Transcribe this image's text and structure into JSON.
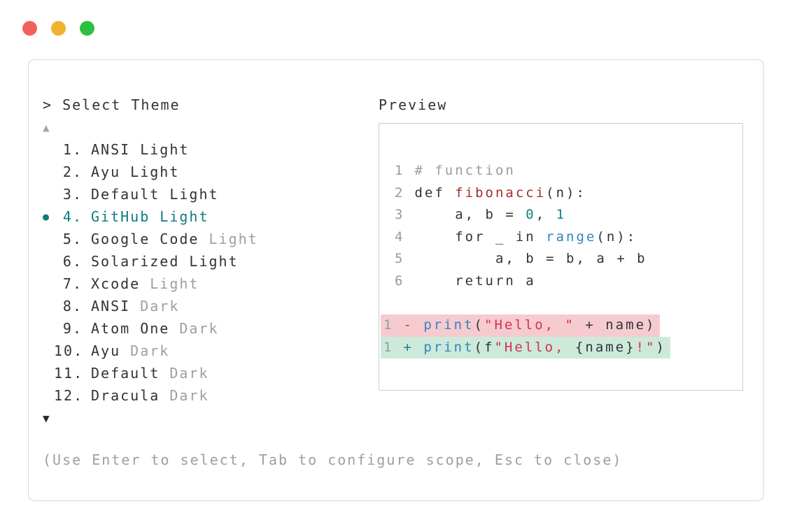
{
  "window": {
    "controls": [
      {
        "name": "close",
        "color": "#f2605a"
      },
      {
        "name": "minimize",
        "color": "#f0b22f"
      },
      {
        "name": "zoom",
        "color": "#2bc140"
      }
    ]
  },
  "prompt": {
    "text": "> Select Theme"
  },
  "list": {
    "scroll_up_glyph": "▲",
    "scroll_down_glyph": "▼",
    "selected_marker": "●",
    "items": [
      {
        "number": "1.",
        "label": "ANSI Light",
        "dim": "",
        "selected": false
      },
      {
        "number": "2.",
        "label": "Ayu Light",
        "dim": "",
        "selected": false
      },
      {
        "number": "3.",
        "label": "Default Light",
        "dim": "",
        "selected": false
      },
      {
        "number": "4.",
        "label": "GitHub Light",
        "dim": "",
        "selected": true
      },
      {
        "number": "5.",
        "label": "Google Code",
        "dim": "Light",
        "selected": false
      },
      {
        "number": "6.",
        "label": "Solarized Light",
        "dim": "",
        "selected": false
      },
      {
        "number": "7.",
        "label": "Xcode",
        "dim": "Light",
        "selected": false
      },
      {
        "number": "8.",
        "label": "ANSI",
        "dim": "Dark",
        "selected": false
      },
      {
        "number": "9.",
        "label": "Atom One",
        "dim": "Dark",
        "selected": false
      },
      {
        "number": "10.",
        "label": "Ayu",
        "dim": "Dark",
        "selected": false
      },
      {
        "number": "11.",
        "label": "Default",
        "dim": "Dark",
        "selected": false
      },
      {
        "number": "12.",
        "label": "Dracula",
        "dim": "Dark",
        "selected": false
      }
    ]
  },
  "preview": {
    "label": "Preview",
    "lines": [
      {
        "num": "1",
        "bg": "none",
        "tokens": [
          [
            "# function",
            "cm"
          ]
        ]
      },
      {
        "num": "2",
        "bg": "none",
        "tokens": [
          [
            "def ",
            "tx"
          ],
          [
            "fibonacci",
            "fn"
          ],
          [
            "(n):",
            "tx"
          ]
        ]
      },
      {
        "num": "3",
        "bg": "none",
        "tokens": [
          [
            "    a, b = ",
            "tx"
          ],
          [
            "0",
            "nm"
          ],
          [
            ", ",
            "tx"
          ],
          [
            "1",
            "nm"
          ]
        ]
      },
      {
        "num": "4",
        "bg": "none",
        "tokens": [
          [
            "    for _ in ",
            "tx"
          ],
          [
            "range",
            "cl"
          ],
          [
            "(n):",
            "tx"
          ]
        ]
      },
      {
        "num": "5",
        "bg": "none",
        "tokens": [
          [
            "        a, b = b, a + b",
            "tx"
          ]
        ]
      },
      {
        "num": "6",
        "bg": "none",
        "tokens": [
          [
            "    return a",
            "tx"
          ]
        ]
      },
      {
        "blank": true
      },
      {
        "num": "1",
        "bg": "del",
        "tokens": [
          [
            "- ",
            "dm"
          ],
          [
            "print",
            "cl"
          ],
          [
            "(",
            "tx"
          ],
          [
            "\"Hello, \"",
            "st"
          ],
          [
            " + name)",
            "tx"
          ]
        ]
      },
      {
        "num": "1",
        "bg": "ins",
        "tokens": [
          [
            "+ ",
            "im"
          ],
          [
            "print",
            "cl"
          ],
          [
            "(f",
            "tx"
          ],
          [
            "\"Hello, ",
            "st"
          ],
          [
            "{name}",
            "tx"
          ],
          [
            "!\"",
            "st"
          ],
          [
            ")",
            "tx"
          ]
        ]
      }
    ]
  },
  "footer": {
    "hint": "(Use Enter to select, Tab to configure scope, Esc to close)"
  },
  "colors": {
    "accent_teal": "#127a7e",
    "ink": "#2e343a",
    "dim_gray": "#9aa0a5",
    "function_red": "#a32e2b",
    "string_red": "#d62f4c",
    "builtin_blue": "#3383c0",
    "number_teal": "#11808a",
    "comment_gray": "#99a093",
    "removed_line_bg": "#f6cbd0",
    "added_line_bg": "#cde9da"
  }
}
